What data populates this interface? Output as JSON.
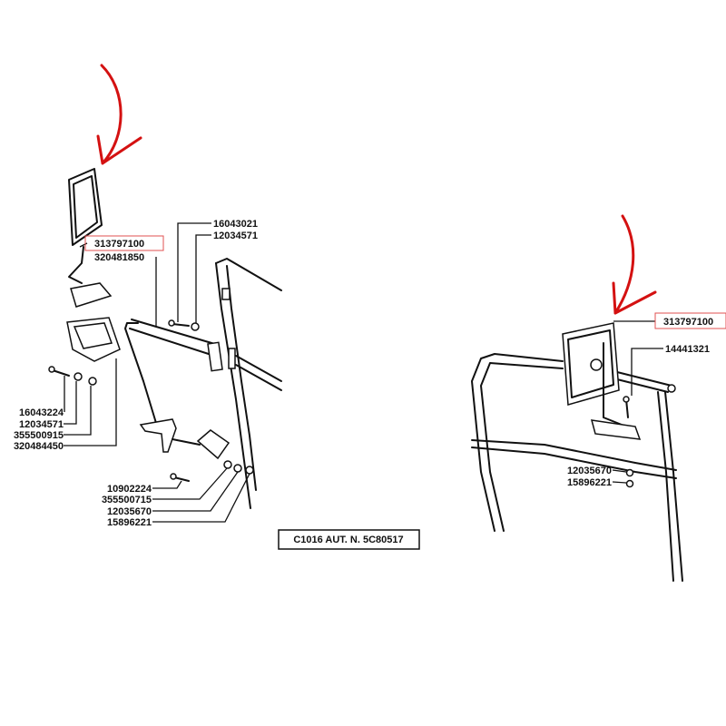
{
  "colors": {
    "highlight": "#e05050",
    "arrow": "#d41111",
    "ink": "#111111"
  },
  "left_assembly": {
    "labels_top": [
      "313797100",
      "320481850",
      "16043021",
      "12034571"
    ],
    "labels_left": [
      "16043224",
      "12034571",
      "355500915",
      "320484450"
    ],
    "labels_bottom": [
      "10902224",
      "355500715",
      "12035670",
      "15896221"
    ]
  },
  "right_assembly": {
    "labels": [
      "313797100",
      "14441321",
      "12035670",
      "15896221"
    ]
  },
  "footer": {
    "code": "C1016  AUT. N. 5C80517"
  }
}
